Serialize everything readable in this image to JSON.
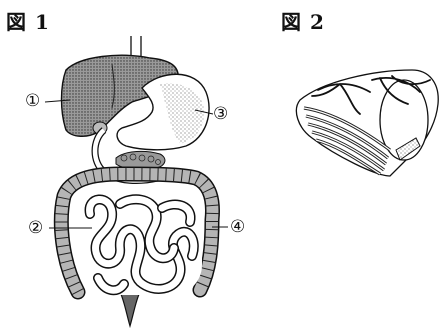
{
  "figure1": {
    "title": "図 1",
    "labels": [
      "①",
      "②",
      "③",
      "④"
    ]
  },
  "figure2": {
    "title": "図 2"
  }
}
